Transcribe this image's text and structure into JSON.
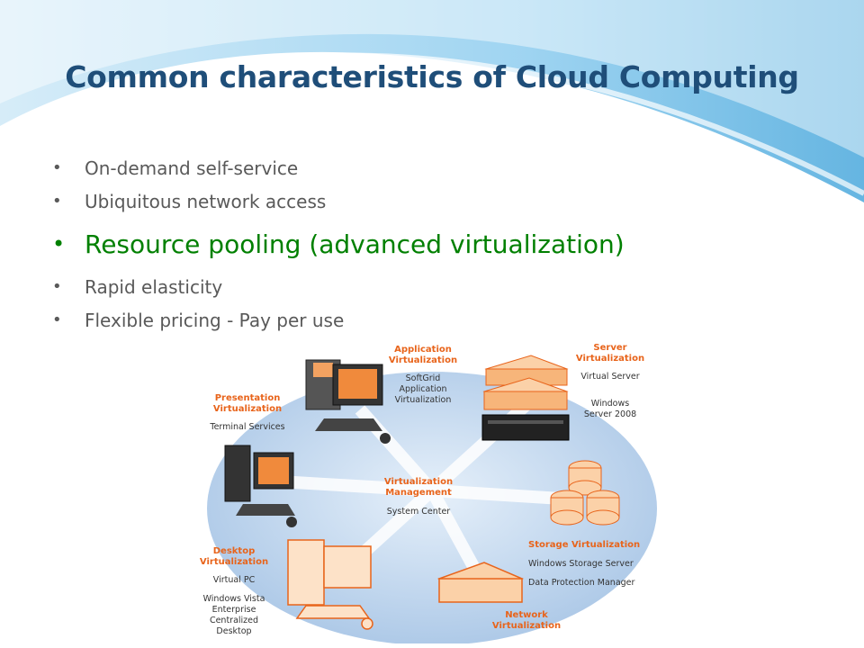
{
  "slide": {
    "title": "Common characteristics of Cloud Computing",
    "bullets": [
      "On-demand self-service",
      "Ubiquitous network access",
      "Resource pooling (advanced virtualization)",
      "Rapid elasticity",
      "Flexible pricing - Pay per use"
    ],
    "highlighted_bullet_color": "#008000",
    "title_color": "#1f4e79"
  },
  "diagram": {
    "center": {
      "title_l1": "Virtualization",
      "title_l2": "Management",
      "sub": "System Center"
    },
    "application": {
      "title_l1": "Application",
      "title_l2": "Virtualization",
      "sub_l1": "SoftGrid",
      "sub_l2": "Application",
      "sub_l3": "Virtualization"
    },
    "server": {
      "title_l1": "Server",
      "title_l2": "Virtualization",
      "sub1": "Virtual Server",
      "sub2_l1": "Windows",
      "sub2_l2": "Server 2008"
    },
    "presentation": {
      "title_l1": "Presentation",
      "title_l2": "Virtualization",
      "sub": "Terminal Services"
    },
    "storage": {
      "title": "Storage Virtualization",
      "sub1": "Windows Storage Server",
      "sub2": "Data Protection Manager"
    },
    "desktop": {
      "title_l1": "Desktop",
      "title_l2": "Virtualization",
      "sub1": "Virtual PC",
      "sub2_l1": "Windows Vista",
      "sub2_l2": "Enterprise",
      "sub2_l3": "Centralized",
      "sub2_l4": "Desktop"
    },
    "network": {
      "title_l1": "Network",
      "title_l2": "Virtualization"
    },
    "accent_color": "#e8641b"
  }
}
